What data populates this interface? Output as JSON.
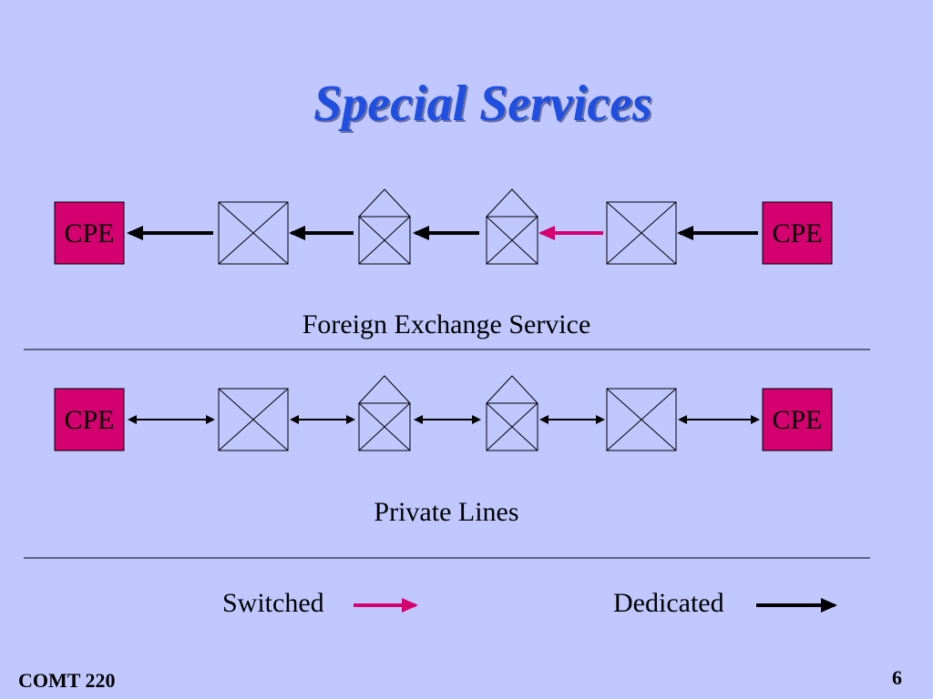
{
  "slide": {
    "title": "Special Services",
    "footer_course": "COMT 220",
    "page_number": "6"
  },
  "diagrams": {
    "foreign_exchange": {
      "caption": "Foreign Exchange Service",
      "left_endpoint": "CPE",
      "right_endpoint": "CPE",
      "links": [
        "dedicated",
        "dedicated",
        "dedicated",
        "switched",
        "dedicated"
      ],
      "link_direction": "leftward"
    },
    "private_lines": {
      "caption": "Private Lines",
      "left_endpoint": "CPE",
      "right_endpoint": "CPE",
      "links": [
        "dedicated",
        "dedicated",
        "dedicated",
        "dedicated",
        "dedicated"
      ],
      "link_direction": "bidirectional"
    }
  },
  "legend": {
    "switched_label": "Switched",
    "dedicated_label": "Dedicated"
  },
  "colors": {
    "background": "#c0c8ff",
    "title": "#1f4fe0",
    "cpe_fill": "#d4006f",
    "switched": "#d4006f",
    "dedicated": "#000000"
  }
}
